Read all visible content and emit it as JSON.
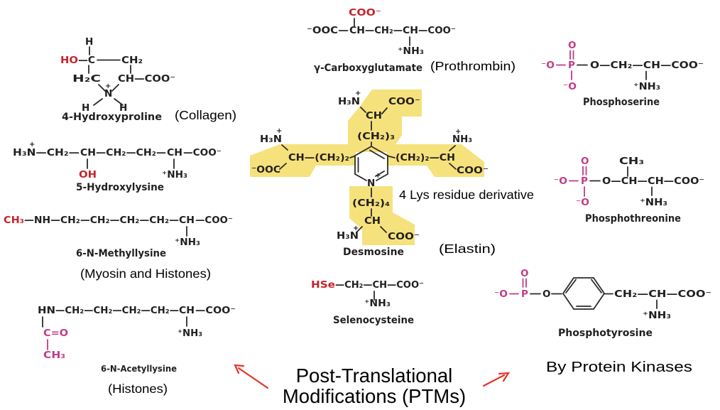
{
  "colors": {
    "ink": "#231f20",
    "red": "#c5232b",
    "pink": "#c23a85",
    "highlight": "#f5e27c",
    "arrow": "#e63328"
  },
  "sym": {
    "plus": "+"
  },
  "title": {
    "line1": "Post-Translational",
    "line2": "Modifications (PTMs)"
  },
  "notes": {
    "lys": "4 Lys residue derivative",
    "kinases": "By Protein Kinases"
  },
  "hyp": {
    "name": "4-Hydroxyproline",
    "context": "(Collagen)",
    "h_top": "H",
    "ho": "HO",
    "c": "—C",
    "ch2": "CH₂",
    "h2c": "H₂C",
    "ch_coo": "CH—COO⁻",
    "n": "N",
    "h_left": "H",
    "h_right": "H"
  },
  "hyl": {
    "name": "5-Hydroxylysine",
    "seg1": "H₃N—CH₂—",
    "seg2": "CH",
    "seg3": "—CH₂—CH₂—",
    "seg4": "CH",
    "seg5": "—COO⁻",
    "oh": "OH",
    "nh3": "⁺NH₃"
  },
  "melys": {
    "name": "6-N-Methyllysine",
    "context": "(Myosin and Histones)",
    "ch3": "CH₃",
    "seg2": "—NH—CH₂—CH₂—CH₂—CH₂—",
    "seg3": "CH",
    "seg4": "—COO⁻",
    "nh3": "⁺NH₃"
  },
  "aclys": {
    "name": "6-N-Acetyllysine",
    "context": "(Histones)",
    "seg1": "HN",
    "seg2": "—CH₂—CH₂—CH₂—CH₂—",
    "seg3": "CH",
    "seg4": "—COO⁻",
    "co": "C=O",
    "ch3": "CH₃",
    "nh3": "⁺NH₃"
  },
  "cgl": {
    "name": "γ-Carboxyglutamate",
    "context": "(Prothrombin)",
    "coo_top": "COO⁻",
    "seg1": "⁻OOC—",
    "seg2": "CH",
    "seg3": "—CH₂—",
    "seg4": "CH",
    "seg5": "—COO⁻",
    "nh3": "⁺NH₃"
  },
  "des": {
    "name": "Desmosine",
    "context": "(Elastin)",
    "h3n": "H₃N",
    "nh3": "NH₃",
    "coo": "COO⁻",
    "ooc": "⁻OOC",
    "ch": "CH",
    "chain_top": "(CH₂)₃",
    "left_chain": "CH—(CH₂)₂",
    "right_chain": "(CH₂)₂—CH",
    "chain_bottom": "(CH₂)₄",
    "n": "N"
  },
  "sec": {
    "name": "Selenocysteine",
    "hse": "HSe",
    "chain": "—CH₂—CH—COO⁻",
    "nh3": "⁺NH₃"
  },
  "pser": {
    "name": "Phosphoserine",
    "o_top": "O",
    "o_left": "⁻O",
    "p": "P",
    "chain": "O—CH₂—CH—COO⁻",
    "o_bottom": "⁻O",
    "nh3": "⁺NH₃"
  },
  "pthr": {
    "name": "Phosphothreonine",
    "ch3": "CH₃",
    "o_top": "O",
    "o_left": "⁻O",
    "p": "P",
    "chain": "O—CH—CH—COO⁻",
    "o_bottom": "⁻O",
    "nh3": "⁺NH₃"
  },
  "ptyr": {
    "name": "Phosphotyrosine",
    "o_top": "O",
    "o_left": "⁻O",
    "p": "P",
    "o_link": "O",
    "chain": "CH₂—CH—COO⁻",
    "o_bottom": "⁻O",
    "nh3": "⁺NH₃"
  }
}
